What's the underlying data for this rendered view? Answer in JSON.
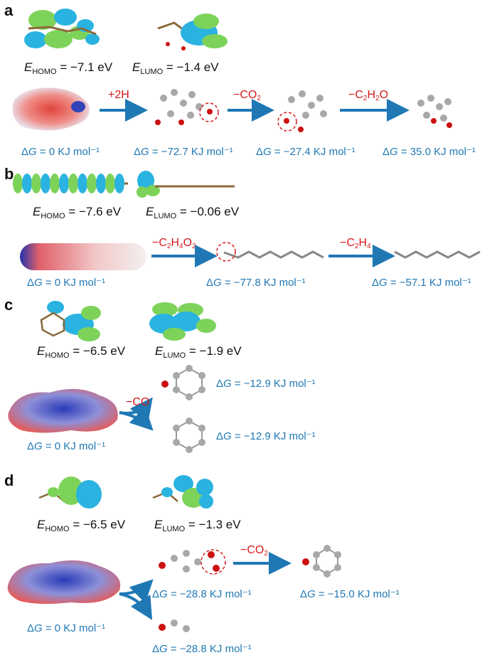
{
  "panels": {
    "a": {
      "label": "a",
      "homo": {
        "sub": "HOMO",
        "value": "= −7.1 eV"
      },
      "lumo": {
        "sub": "LUMO",
        "value": "= −1.4 eV"
      },
      "steps": [
        "+2H",
        "−CO",
        "2",
        "−C",
        "2",
        "H",
        "2",
        "O"
      ],
      "dg": [
        "= 0 KJ mol⁻¹",
        "= −72.7 KJ mol⁻¹",
        "= −27.4 KJ mol⁻¹",
        "= 35.0 KJ mol⁻¹"
      ]
    },
    "b": {
      "label": "b",
      "homo": {
        "sub": "HOMO",
        "value": "= −7.6 eV"
      },
      "lumo": {
        "sub": "LUMO",
        "value": "= −0.06 eV"
      },
      "dg": [
        "= 0 KJ mol⁻¹",
        "= −77.8 KJ mol⁻¹",
        "= −57.1 KJ mol⁻¹"
      ]
    },
    "c": {
      "label": "c",
      "homo": {
        "sub": "HOMO",
        "value": "= −6.5 eV"
      },
      "lumo": {
        "sub": "LUMO",
        "value": "= −1.9 eV"
      },
      "step": "−CO",
      "dg": [
        "= 0 KJ mol⁻¹",
        "= −12.9 KJ mol⁻¹",
        "= −12.9 KJ mol⁻¹"
      ]
    },
    "d": {
      "label": "d",
      "homo": {
        "sub": "HOMO",
        "value": "= −6.5 eV"
      },
      "lumo": {
        "sub": "LUMO",
        "value": "= −1.3 eV"
      },
      "dg": [
        "= 0 KJ mol⁻¹",
        "= −28.8 KJ mol⁻¹",
        "= −15.0 KJ mol⁻¹",
        "= −28.8 KJ mol⁻¹"
      ]
    }
  },
  "symbols": {
    "E": "E",
    "delta": "Δ",
    "G": "G"
  },
  "colors": {
    "arrow": "#1f78b4",
    "reaction": "#d7191c",
    "orbital_green": "#7dd35a",
    "orbital_blue": "#2ab3e0",
    "atom_gray": "#a8a8a8",
    "atom_red": "#cc1111"
  }
}
